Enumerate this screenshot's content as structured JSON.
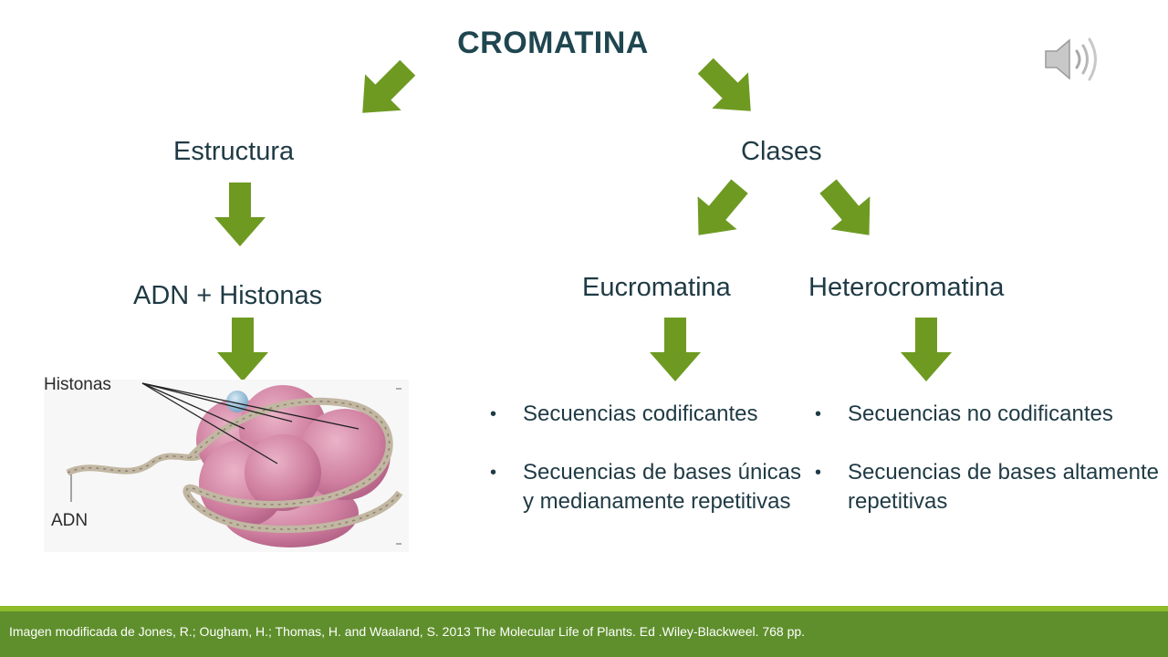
{
  "title": "CROMATINA",
  "left": {
    "heading": "Estructura",
    "sub": "ADN + Histonas",
    "image_labels": {
      "histonas": "Histonas",
      "adn": "ADN"
    }
  },
  "right": {
    "heading": "Clases",
    "eucromatina": {
      "label": "Eucromatina",
      "bullets": [
        "Secuencias codificantes",
        "Secuencias de bases únicas y medianamente repetitivas"
      ]
    },
    "heterocromatina": {
      "label": "Heterocromatina",
      "bullets": [
        "Secuencias no codificantes",
        "Secuencias de bases altamente repetitivas"
      ]
    }
  },
  "bullet_symbol": "•",
  "footer": "Imagen modificada de Jones, R.; Ougham, H.; Thomas, H. and Waaland, S. 2013 The Molecular Life of Plants. Ed .Wiley-Blackweel. 768 pp.",
  "icons": {
    "arrow": "arrow-icon",
    "speaker": "speaker-icon"
  },
  "colors": {
    "arrow": "#6e9a22",
    "footer": "#5f8f2c",
    "footer_line": "#8dbb2a",
    "text": "#1f3a44",
    "histone": "#d48aa6"
  }
}
